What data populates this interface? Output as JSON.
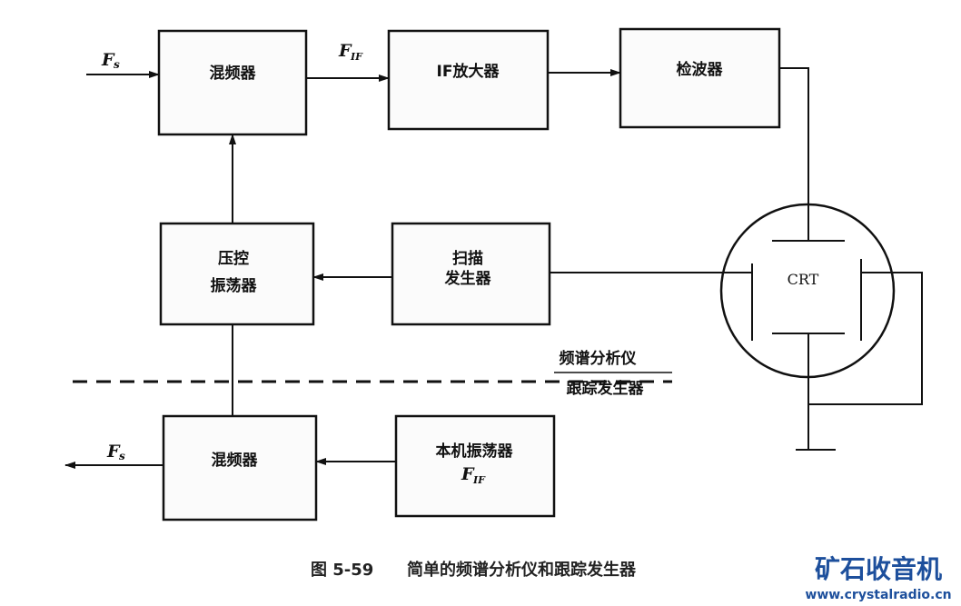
{
  "blocks": {
    "mixer_top": "混频器",
    "if_amp": "IF放大器",
    "detector": "检波器",
    "vco_line1": "压控",
    "vco_line2": "振荡器",
    "sweep_line1": "扫描",
    "sweep_line2": "发生器",
    "mixer_bottom": "混频器",
    "local_osc_line1": "本机振荡器",
    "local_osc_sub": "F",
    "local_osc_sub_idx": "IF",
    "crt": "CRT"
  },
  "signals": {
    "fs_in": "F",
    "fs_in_idx": "s",
    "fif": "F",
    "fif_idx": "IF",
    "fs_out": "F",
    "fs_out_idx": "s"
  },
  "divider": {
    "upper_label": "频谱分析仪",
    "lower_label": "跟踪发生器"
  },
  "caption": {
    "figure_no": "图 5-59",
    "title": "简单的频谱分析仪和跟踪发生器"
  },
  "watermark": {
    "name": "矿石收音机",
    "url": "www.crystalradio.cn"
  }
}
